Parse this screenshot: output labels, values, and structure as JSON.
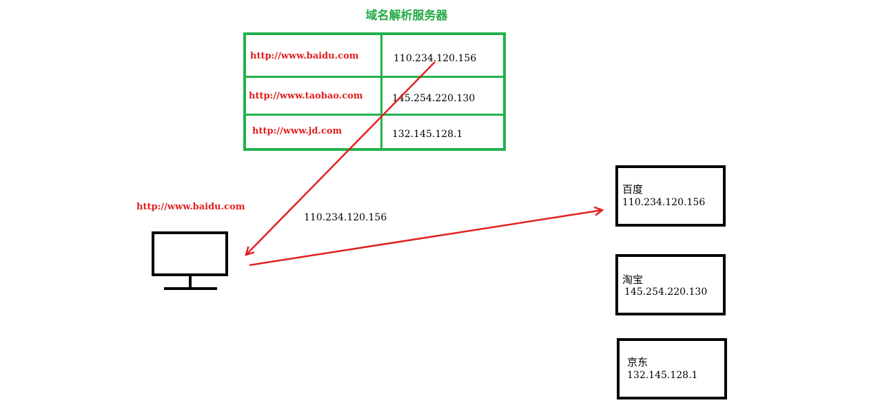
{
  "diagram": {
    "title": "域名解析服务器",
    "dns_table": [
      {
        "url": "http://www.baidu.com",
        "ip": "110.234.120.156"
      },
      {
        "url": "http://www.taobao.com",
        "ip": "145.254.220.130"
      },
      {
        "url": "http://www.jd.com",
        "ip": "132.145.128.1"
      }
    ],
    "client": {
      "requested_url": "http://www.baidu.com",
      "resolved_ip": "110.234.120.156"
    },
    "servers": [
      {
        "name": "百度",
        "ip": "110.234.120.156"
      },
      {
        "name": "淘宝",
        "ip": "145.254.220.130"
      },
      {
        "name": "京东",
        "ip": "132.145.128.1"
      }
    ],
    "colors": {
      "table_border": "#22b14c",
      "url_text": "#e0201e",
      "arrow": "#e0201e",
      "box_border": "#000000"
    }
  }
}
